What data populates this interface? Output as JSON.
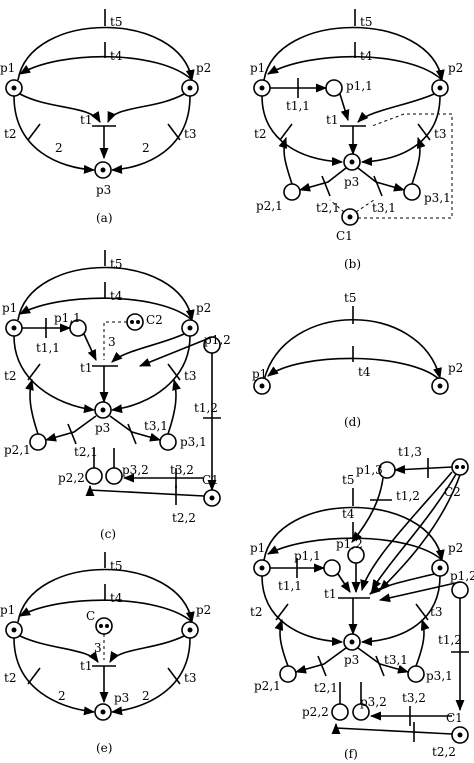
{
  "panels": {
    "a": {
      "caption": "(a)",
      "t5": "t5",
      "t4": "t4",
      "p1": "p1",
      "p2": "p2",
      "t1": "t1",
      "t2": "t2",
      "t3": "t3",
      "p3": "p3",
      "w_left": "2",
      "w_right": "2"
    },
    "b": {
      "caption": "(b)",
      "t5": "t5",
      "t4": "t4",
      "p1": "p1",
      "p2": "p2",
      "t11": "t1,1",
      "p11": "p1,1",
      "t1": "t1",
      "t2": "t2",
      "t3": "t3",
      "p3": "p3",
      "p21": "p2,1",
      "p31": "p3,1",
      "t21": "t2,1",
      "t31": "t3,1",
      "C": "C1"
    },
    "c": {
      "caption": "(c)",
      "t5": "t5",
      "t4": "t4",
      "p1": "p1",
      "p2": "p2",
      "p11": "p1,1",
      "t11": "t1,1",
      "C2": "C2",
      "w3": "3",
      "t1": "t1",
      "p12": "p1,2",
      "t2": "t2",
      "t3": "t3",
      "t12": "t1,2",
      "p3": "p3",
      "t21": "t2,1",
      "t31": "t3,1",
      "p21": "p2,1",
      "p31": "p3,1",
      "p22": "p2,2",
      "p32": "p3,2",
      "t32": "t3,2",
      "C1": "C1",
      "t22": "t2,2"
    },
    "d": {
      "caption": "(d)",
      "t5": "t5",
      "t4": "t4",
      "p1": "p1",
      "p2": "p2"
    },
    "e": {
      "caption": "(e)",
      "t5": "t5",
      "t4": "t4",
      "p1": "p1",
      "p2": "p2",
      "C": "C",
      "w3": "3",
      "t1": "t1",
      "t2": "t2",
      "t3": "t3",
      "p3": "p3",
      "w_left": "2",
      "w_right": "2"
    },
    "f": {
      "caption": "(f)",
      "t5": "t5",
      "t4": "t4",
      "p13": "p1,3",
      "t13": "t1,3",
      "C2": "C2",
      "t12top": "t1,2",
      "p1": "p1",
      "p2": "p2",
      "p11": "p1,1",
      "p12m": "p1,2",
      "t11": "t1,1",
      "t1": "t1",
      "p12": "p1,2",
      "t2": "t2",
      "t3": "t3",
      "t12": "t1,2",
      "p3": "p3",
      "t31": "t3,1",
      "t21": "t2,1",
      "p21": "p2,1",
      "p31": "p3,1",
      "p22": "p2,2",
      "p32": "p3,2",
      "t32": "t3,2",
      "C1": "C1",
      "t22": "t2,2"
    }
  }
}
